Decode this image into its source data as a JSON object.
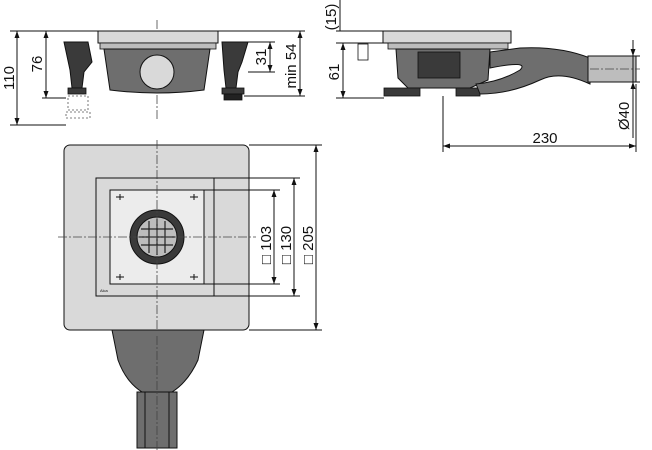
{
  "front_view": {
    "dim_110": "110",
    "dim_76": "76",
    "dim_31": "31",
    "dim_min54": "min 54"
  },
  "side_view": {
    "dim_15": "(15)",
    "dim_61": "61",
    "dim_230": "230",
    "dim_d40": "Ø40"
  },
  "top_view": {
    "dim_103": "□ 103",
    "dim_130": "□ 130",
    "dim_205": "□ 205",
    "brand_mark": "Alca"
  },
  "colors": {
    "plate": "#d9d9d9",
    "body": "#6e6e6e",
    "dark": "#3a3a3a",
    "line": "#111111"
  }
}
